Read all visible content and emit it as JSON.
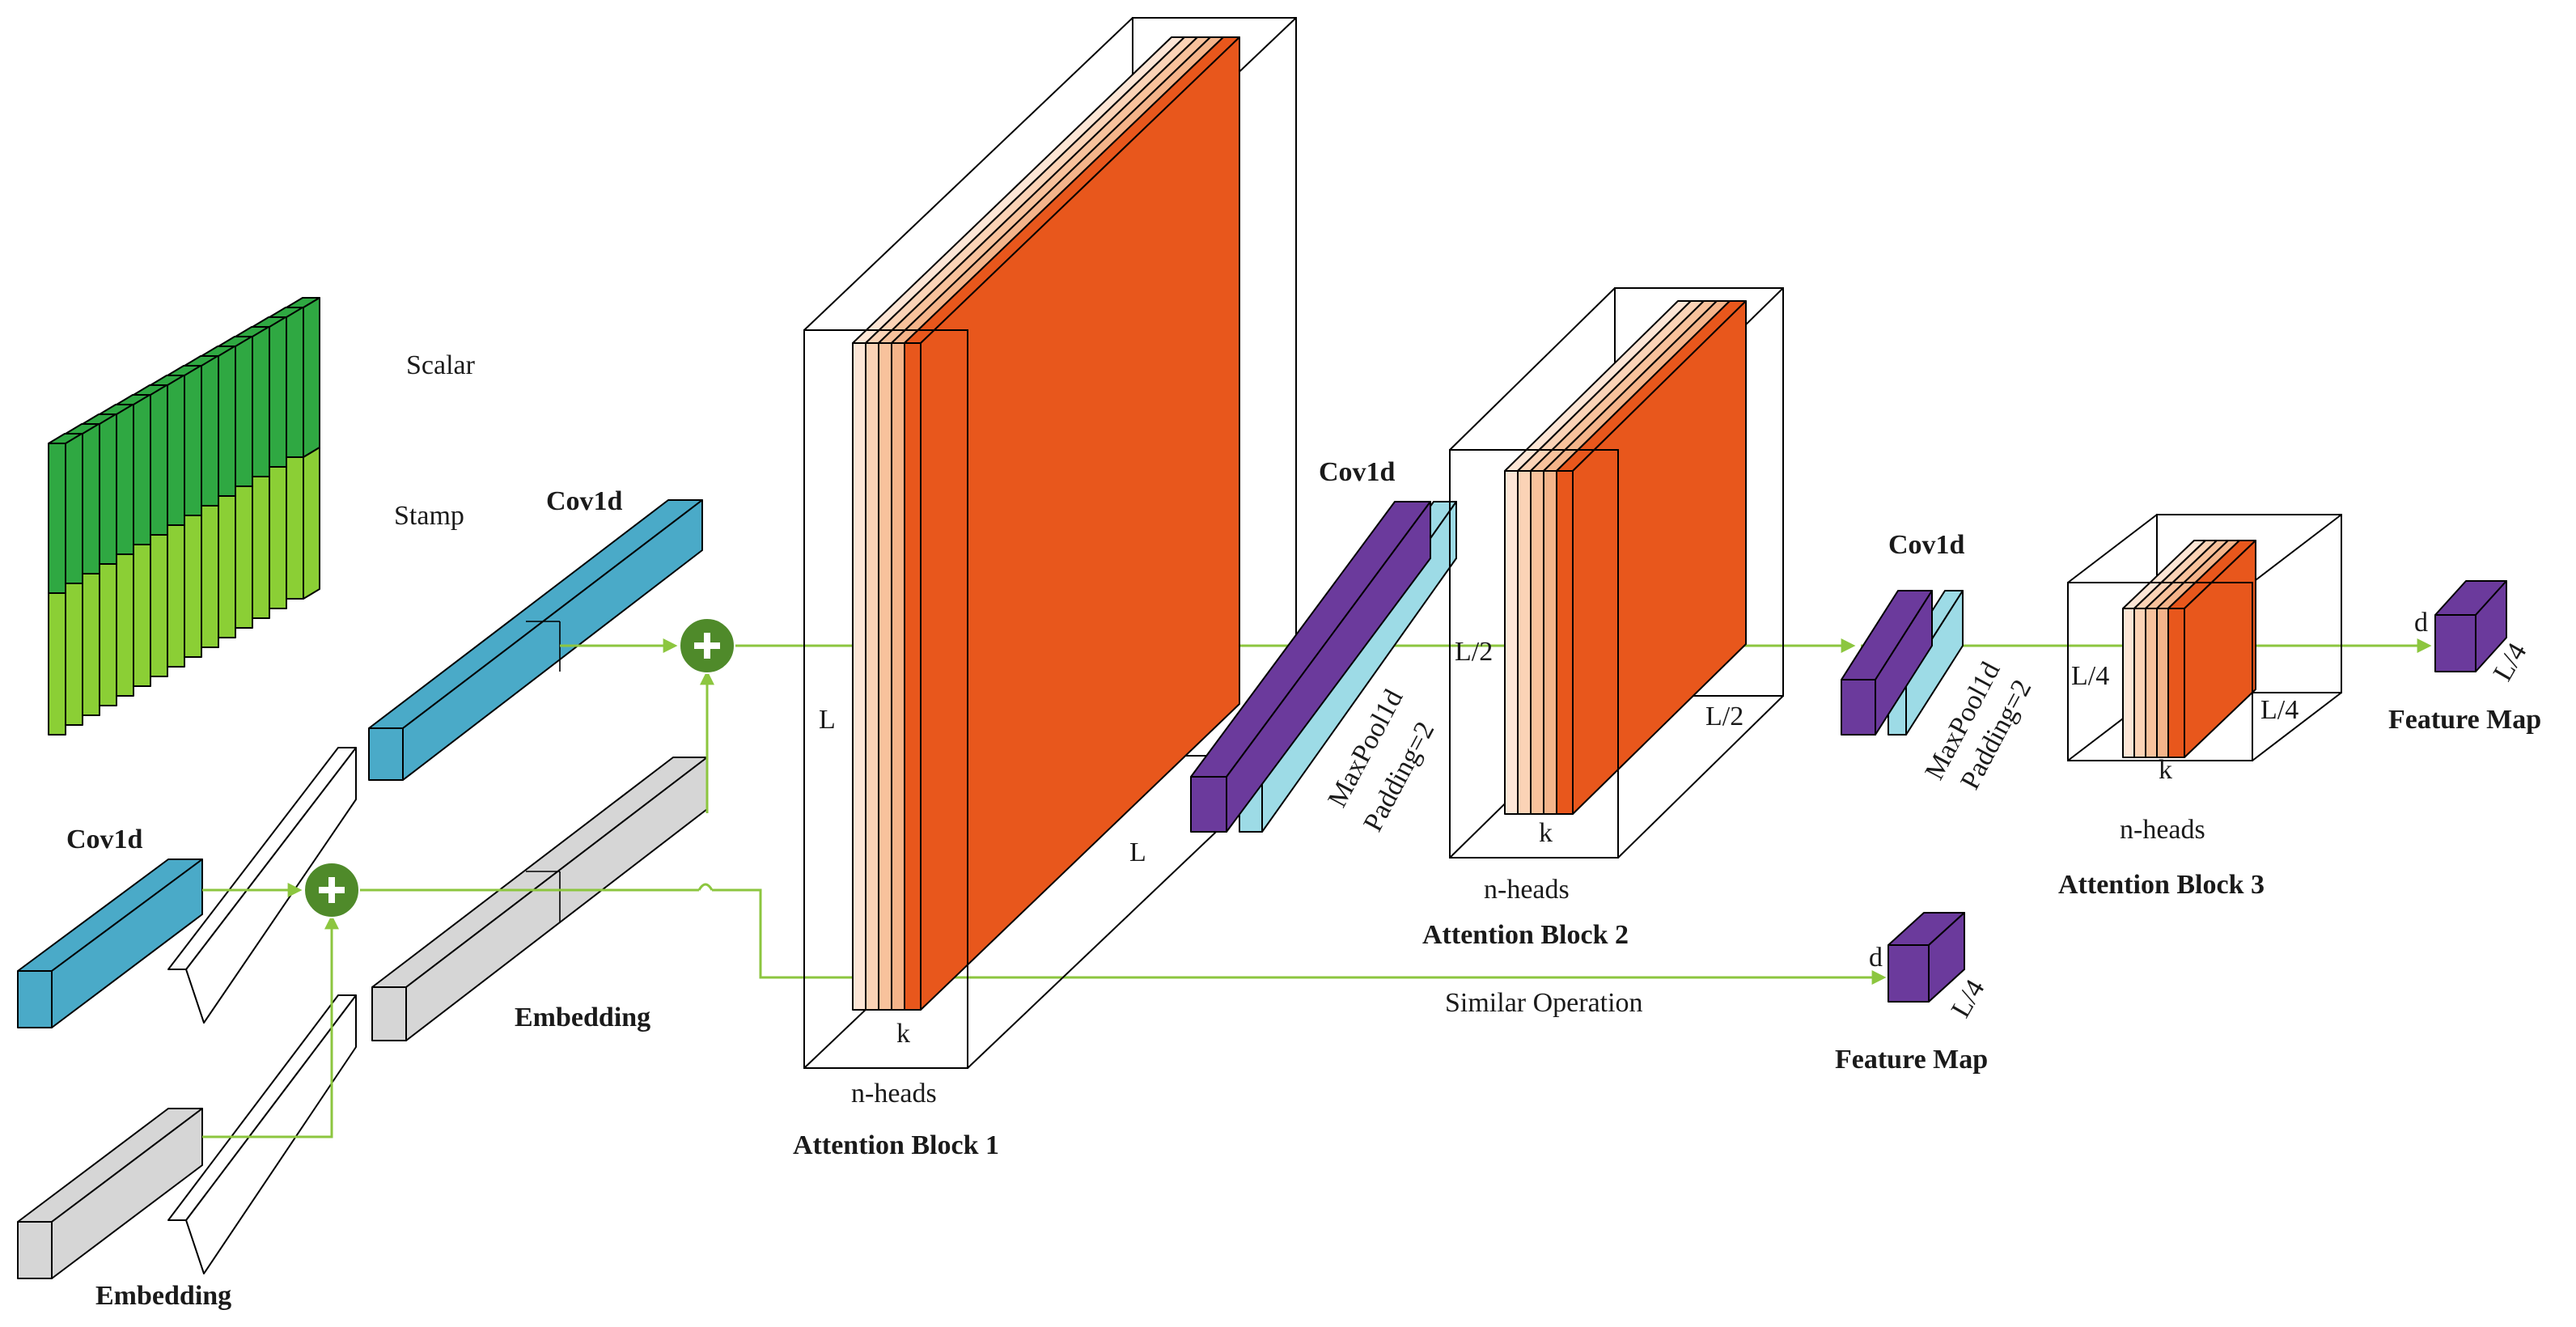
{
  "colors": {
    "green_dark": "#2fa842",
    "green_light": "#8bcf35",
    "conv_blue": "#4aaac8",
    "embed_gray": "#d6d6d6",
    "purple": "#6b3a9c",
    "light_cyan": "#9ddbe6",
    "orange": "#e8571c",
    "peach": "#f4b48a",
    "flow_green": "#8cc63f",
    "add_node": "#4f8a2a"
  },
  "icons": [
    "plus-icon"
  ],
  "labels": {
    "scalar": "Scalar",
    "stamp": "Stamp",
    "cov1d_top": "Cov1d",
    "cov1d_left": "Cov1d",
    "embedding_mid": "Embedding",
    "embedding_bottom": "Embedding",
    "block1_L_left": "L",
    "block1_L_diag": "L",
    "block1_k": "k",
    "block1_heads": "n-heads",
    "block1_title": "Attention Block 1",
    "cov1d_between12": "Cov1d",
    "maxpool_1": "MaxPool1d",
    "padding_1": "Padding=2",
    "block2_L2_left": "L/2",
    "block2_L2_diag": "L/2",
    "block2_k": "k",
    "block2_heads": "n-heads",
    "block2_title": "Attention Block 2",
    "cov1d_between23": "Cov1d",
    "maxpool_2": "MaxPool1d",
    "padding_2": "Padding=2",
    "block3_L4_left": "L/4",
    "block3_L4_diag": "L/4",
    "block3_k": "k",
    "block3_heads": "n-heads",
    "block3_title": "Attention Block 3",
    "fm_top_d": "d",
    "fm_top_L4": "L/4",
    "fm_top_title": "Feature Map",
    "fm_bottom_d": "d",
    "fm_bottom_L4": "L/4",
    "fm_bottom_title": "Feature Map",
    "similar_operation": "Similar Operation"
  }
}
